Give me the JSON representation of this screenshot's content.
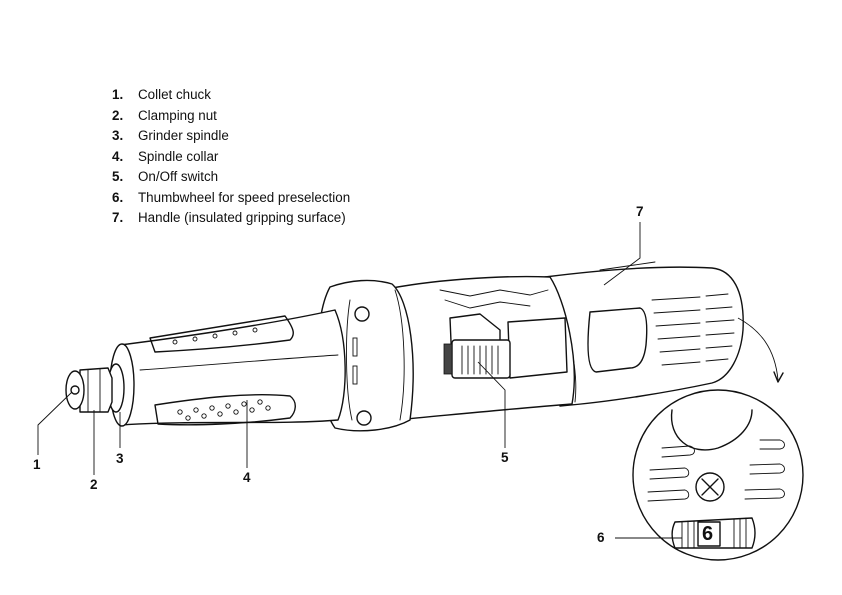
{
  "legend": [
    {
      "num": "1.",
      "text": "Collet chuck"
    },
    {
      "num": "2.",
      "text": "Clamping nut"
    },
    {
      "num": "3.",
      "text": "Grinder spindle"
    },
    {
      "num": "4.",
      "text": "Spindle collar"
    },
    {
      "num": "5.",
      "text": "On/Off switch"
    },
    {
      "num": "6.",
      "text": "Thumbwheel for speed preselection"
    },
    {
      "num": "7.",
      "text": "Handle (insulated gripping surface)"
    }
  ],
  "callouts": {
    "c1": "1",
    "c2": "2",
    "c3": "3",
    "c4": "4",
    "c5": "5",
    "c6": "6",
    "c7": "7"
  },
  "thumbwheel_value": "6"
}
